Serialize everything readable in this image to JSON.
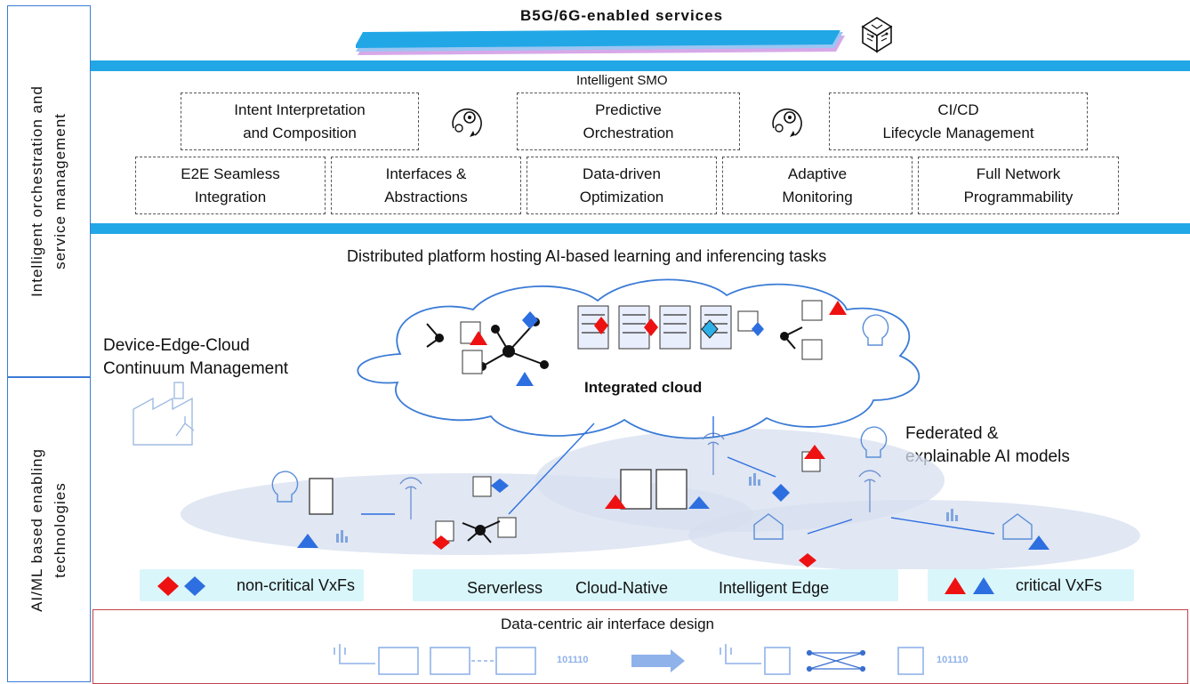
{
  "side": {
    "top_label": "Intelligent orchestration and\nservice management",
    "bottom_label": "AI/ML based enabling\ntechnologies"
  },
  "header": {
    "services": "B5G/6G-enabled services"
  },
  "smo": {
    "title": "Intelligent SMO",
    "top_row": [
      "Intent Interpretation\nand Composition",
      "Predictive\nOrchestration",
      "CI/CD\nLifecycle Management"
    ],
    "bottom_row": [
      "E2E Seamless\nIntegration",
      "Interfaces &\nAbstractions",
      "Data-driven\nOptimization",
      "Adaptive\nMonitoring",
      "Full Network\nProgrammability"
    ]
  },
  "platform": {
    "title": "Distributed platform hosting AI-based learning and inferencing tasks",
    "continuum": "Device-Edge-Cloud\nContinuum Management",
    "cloud_label": "Integrated cloud",
    "federated": "Federated &\nexplainable AI models"
  },
  "legend": {
    "non_critical": "non-critical VxFs",
    "tech_1": "Serverless",
    "tech_2": "Cloud-Native",
    "tech_3": "Intelligent Edge",
    "critical": "critical VxFs"
  },
  "air": {
    "title": "Data-centric air interface design",
    "bits_1": "101110",
    "bits_2": "101110"
  },
  "colors": {
    "accent": "#22a7e6",
    "red": "#ee1111",
    "blue": "#2d6fe0",
    "border": "#3a7bd5",
    "pill": "#d9f6fb"
  },
  "icons": [
    "chip-icon",
    "gear-cycle-icon",
    "server-rack-icon",
    "network-graph-icon",
    "brain-head-icon",
    "factory-icon",
    "antenna-icon",
    "building-icon",
    "house-wifi-icon",
    "bar-chart-icon"
  ]
}
